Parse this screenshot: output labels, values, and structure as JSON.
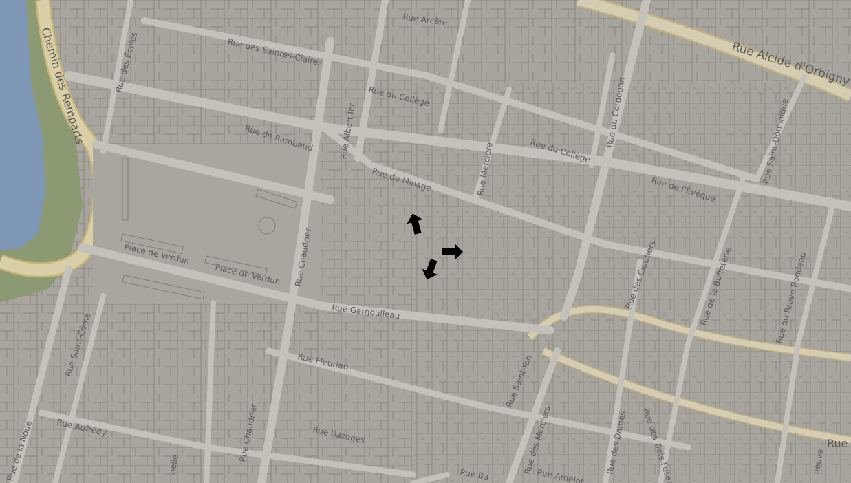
{
  "map": {
    "colors": {
      "background": "#a8a49e",
      "street": "#c4c0ba",
      "street_casing": "#9a968f",
      "building_edge": "#7e7a74",
      "water": "#7f97b6",
      "park": "#8c9a74",
      "main_road": "#d8cfa8",
      "main_road_casing": "#c9b676",
      "arrows": "#000000"
    },
    "streets": {
      "rue_arcere": "Rue Arcère",
      "rue_des_ecoles": "Rue des Écoles",
      "rue_des_saintes_claires": "Rue des Saintes-Claires",
      "rue_du_college_1": "Rue du Collège",
      "rue_du_college_2": "Rue du Collège",
      "rue_alcide_dorbigny": "Rue Alcide d'Orbigny",
      "chemin_des_remparts": "Chemin des Remparts",
      "rue_de_rambaud": "Rue de Rambaud",
      "rue_albert_1er": "Rue Albert Ier",
      "rue_du_minage": "Rue du Minage",
      "rue_merciere": "Rue Mercière",
      "rue_du_cordouan": "Rue du Cordouan",
      "rue_de_leveque": "Rue de l'Évêque",
      "rue_saint_dominique": "Rue Saint-Dominique",
      "place_de_verdun_1": "Place de Verdun",
      "place_de_verdun_2": "Place de Verdun",
      "rue_chaudrier_1": "Rue Chaudrier",
      "rue_gargoulleau": "Rue Gargoulleau",
      "rue_des_cloutiers": "Rue des Cloutiers",
      "rue_de_la_bufeterie": "Rue de la Buffeterie",
      "rue_du_brave_rondeau": "Rue du Brave Rondeau",
      "rue_saint_come": "Rue Saint-Côme",
      "rue_fleuriau": "Rue Fleuriau",
      "rue_saint_yon": "Rue Saint-Yon",
      "rue_des_merciers": "Rue des Merciers",
      "rue_des_dames": "Rue des Dames",
      "rue_des_trois_fuseaux": "Rue des Trois Fuseaux",
      "rue_de_la_noue": "Rue de la Noue",
      "rue_aufredy": "Rue Aufrédy",
      "rue_chaudrier_2": "Rue Chaudrier",
      "rue_bazoges": "Rue Bazoges",
      "rue_amelot": "Rue Amelot",
      "rue_bas": "Rue Ba",
      "rue_e": "Rue",
      "neuve": "neuve",
      "melle": "nelle"
    },
    "pan_arrows": {
      "up": "pan-up-arrow-icon",
      "right": "pan-right-arrow-icon",
      "down": "pan-down-arrow-icon"
    }
  }
}
